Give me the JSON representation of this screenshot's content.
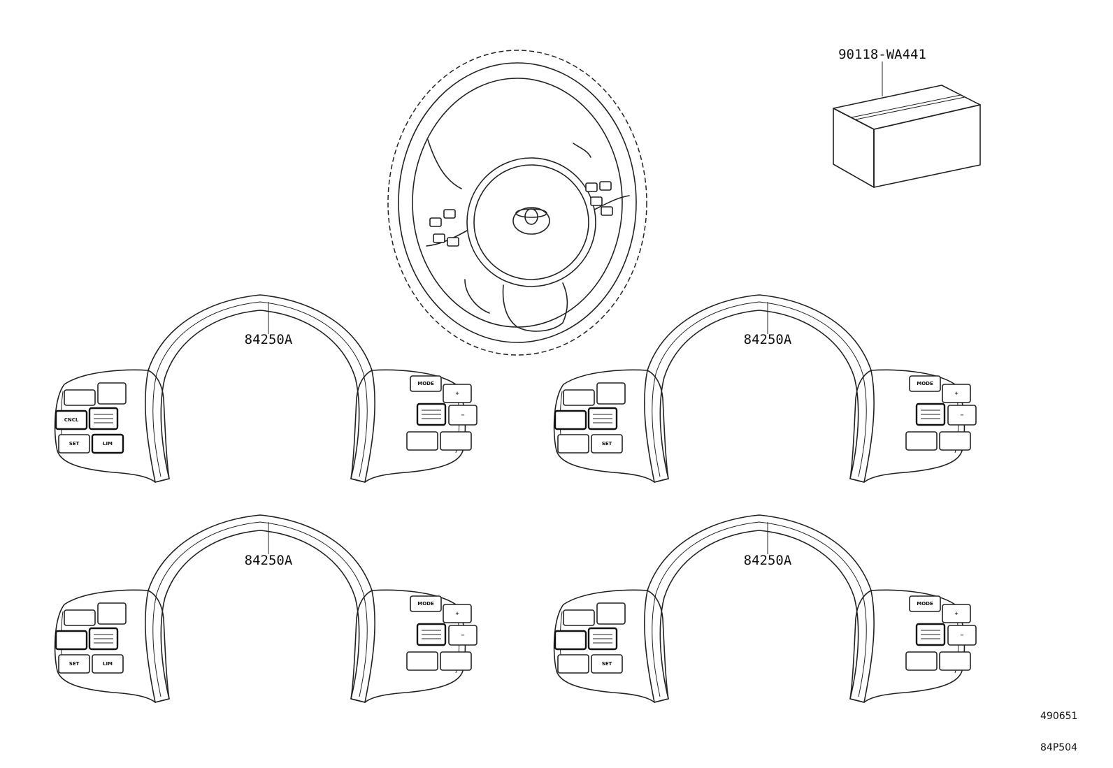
{
  "parts": {
    "screw_box_label": "90118-WA441",
    "switch_labels": [
      "84250A",
      "84250A",
      "84250A",
      "84250A"
    ]
  },
  "switch_buttons": {
    "left": {
      "top_left": "",
      "top_right": "",
      "mid_left": "CNCL",
      "bottom_left": "SET",
      "bottom_right": "LIM"
    },
    "right": {
      "mode": "MODE",
      "plus": "+",
      "minus": "−"
    },
    "variant_b": {
      "mid_left": "",
      "bottom_left": "",
      "bottom_right": "SET"
    },
    "variant_c": {
      "mid_left": "",
      "bottom_left": "SET",
      "bottom_right": "LIM"
    },
    "variant_d": {
      "mid_left": "",
      "bottom_left": "",
      "bottom_right": "SET"
    }
  },
  "codes": {
    "figure_code": "490651",
    "page_code": "84P504"
  }
}
